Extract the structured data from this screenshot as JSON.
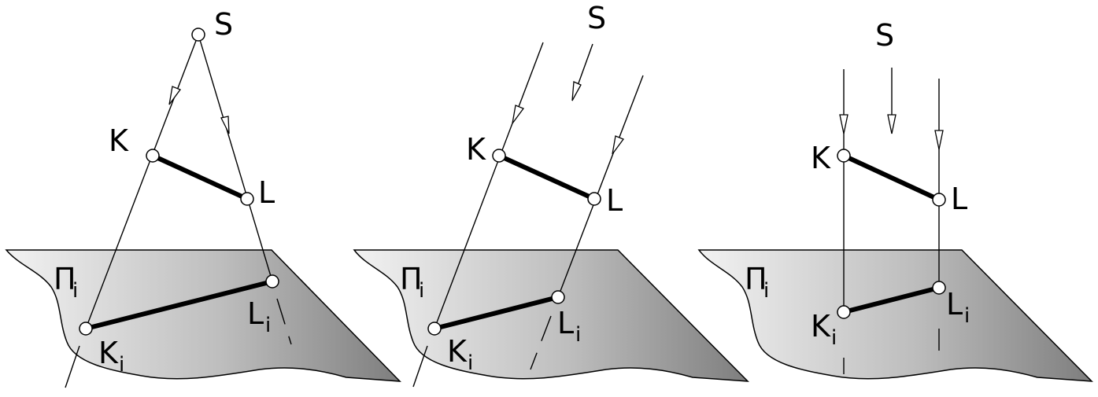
{
  "colors": {
    "line": "#000000",
    "plane_light": "#ececec",
    "plane_dark": "#8a8a8a",
    "point_fill": "#ffffff"
  },
  "diagrams": [
    {
      "id": "central",
      "projection_type": "central",
      "center_label": "S",
      "point_k_label": "K",
      "point_l_label": "L",
      "plane_label": "Π",
      "plane_sub": "i",
      "proj_k_label": "K",
      "proj_k_sub": "i",
      "proj_l_label": "L",
      "proj_l_sub": "i"
    },
    {
      "id": "oblique",
      "projection_type": "parallel-oblique",
      "center_label": "S",
      "point_k_label": "K",
      "point_l_label": "L",
      "plane_label": "Π",
      "plane_sub": "i",
      "proj_k_label": "K",
      "proj_k_sub": "i",
      "proj_l_label": "L",
      "proj_l_sub": "i"
    },
    {
      "id": "orthogonal",
      "projection_type": "parallel-orthogonal",
      "center_label": "S",
      "point_k_label": "K",
      "point_l_label": "L",
      "plane_label": "Π",
      "plane_sub": "i",
      "proj_k_label": "K",
      "proj_k_sub": "i",
      "proj_l_label": "L",
      "proj_l_sub": "i"
    }
  ]
}
